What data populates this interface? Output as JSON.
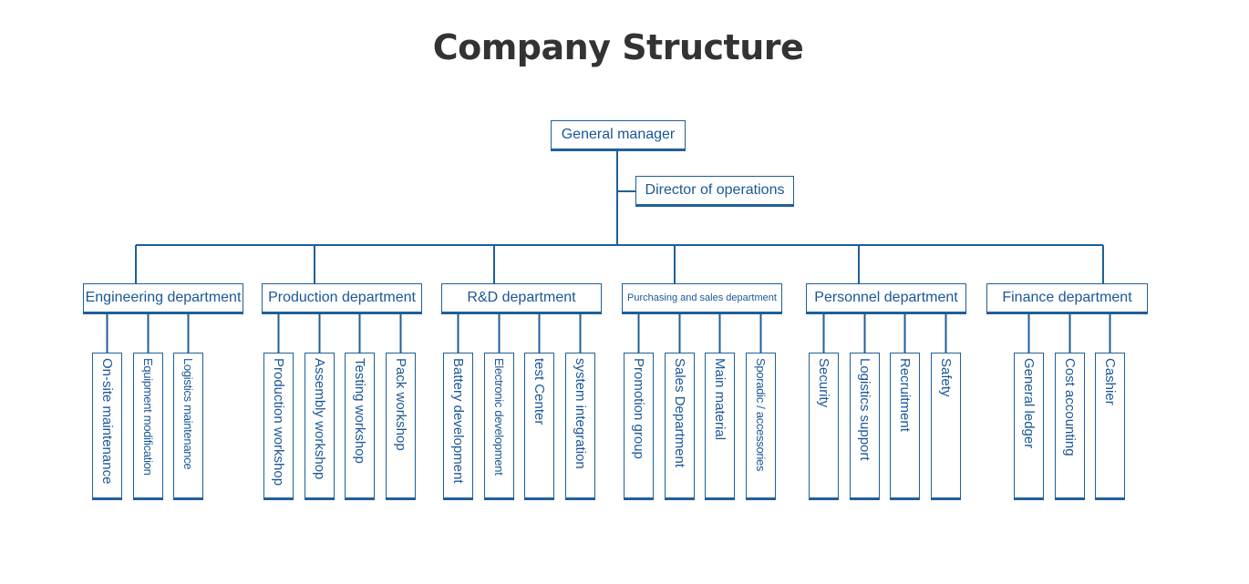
{
  "title": "Company Structure",
  "colors": {
    "line": "#1f5f99",
    "text": "#1a5796",
    "title": "#333333"
  },
  "org": {
    "root": "General manager",
    "assistant": "Director of operations",
    "departments": [
      {
        "name": "Engineering department",
        "units": [
          "On-site maintenance",
          "Equipment modification",
          "Logistics maintenance"
        ]
      },
      {
        "name": "Production department",
        "units": [
          "Production workshop",
          "Assembly workshop",
          "Testing workshop",
          "Pack workshop"
        ]
      },
      {
        "name": "R&D department",
        "units": [
          "Battery development",
          "Electronic development",
          "test Center",
          "system integration"
        ]
      },
      {
        "name": "Purchasing and sales department",
        "units": [
          "Promotion group",
          "Sales Department",
          "Main material",
          "Sporadic / accessories"
        ]
      },
      {
        "name": "Personnel department",
        "units": [
          "Security",
          "Logistics support",
          "Recruitment",
          "Safety"
        ]
      },
      {
        "name": "Finance department",
        "units": [
          "General ledger",
          "Cost accounting",
          "Cashier"
        ]
      }
    ]
  }
}
